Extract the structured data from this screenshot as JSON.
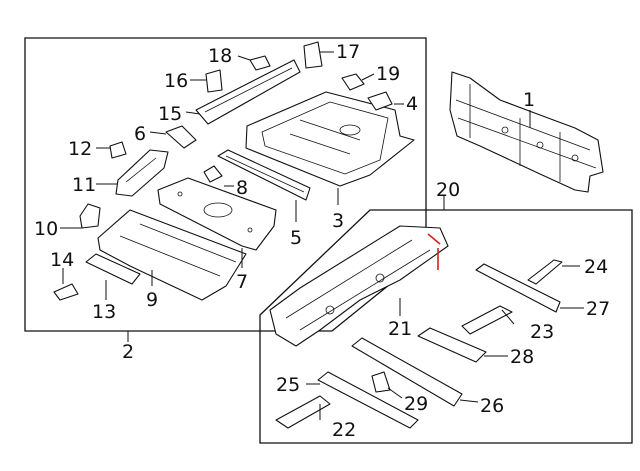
{
  "diagram": {
    "callouts": [
      {
        "id": "c1",
        "label": "1"
      },
      {
        "id": "c2",
        "label": "2"
      },
      {
        "id": "c3",
        "label": "3"
      },
      {
        "id": "c4",
        "label": "4"
      },
      {
        "id": "c5",
        "label": "5"
      },
      {
        "id": "c6",
        "label": "6"
      },
      {
        "id": "c7",
        "label": "7"
      },
      {
        "id": "c8",
        "label": "8"
      },
      {
        "id": "c9",
        "label": "9"
      },
      {
        "id": "c10",
        "label": "10"
      },
      {
        "id": "c11",
        "label": "11"
      },
      {
        "id": "c12",
        "label": "12"
      },
      {
        "id": "c13",
        "label": "13"
      },
      {
        "id": "c14",
        "label": "14"
      },
      {
        "id": "c15",
        "label": "15"
      },
      {
        "id": "c16",
        "label": "16"
      },
      {
        "id": "c17",
        "label": "17"
      },
      {
        "id": "c18",
        "label": "18"
      },
      {
        "id": "c19",
        "label": "19"
      },
      {
        "id": "c20",
        "label": "20"
      },
      {
        "id": "c21",
        "label": "21"
      },
      {
        "id": "c22",
        "label": "22"
      },
      {
        "id": "c23",
        "label": "23"
      },
      {
        "id": "c24",
        "label": "24"
      },
      {
        "id": "c25",
        "label": "25"
      },
      {
        "id": "c26",
        "label": "26"
      },
      {
        "id": "c27",
        "label": "27"
      },
      {
        "id": "c28",
        "label": "28"
      },
      {
        "id": "c29",
        "label": "29"
      }
    ],
    "highlight_color": "#d42020",
    "line_color": "#111111"
  }
}
